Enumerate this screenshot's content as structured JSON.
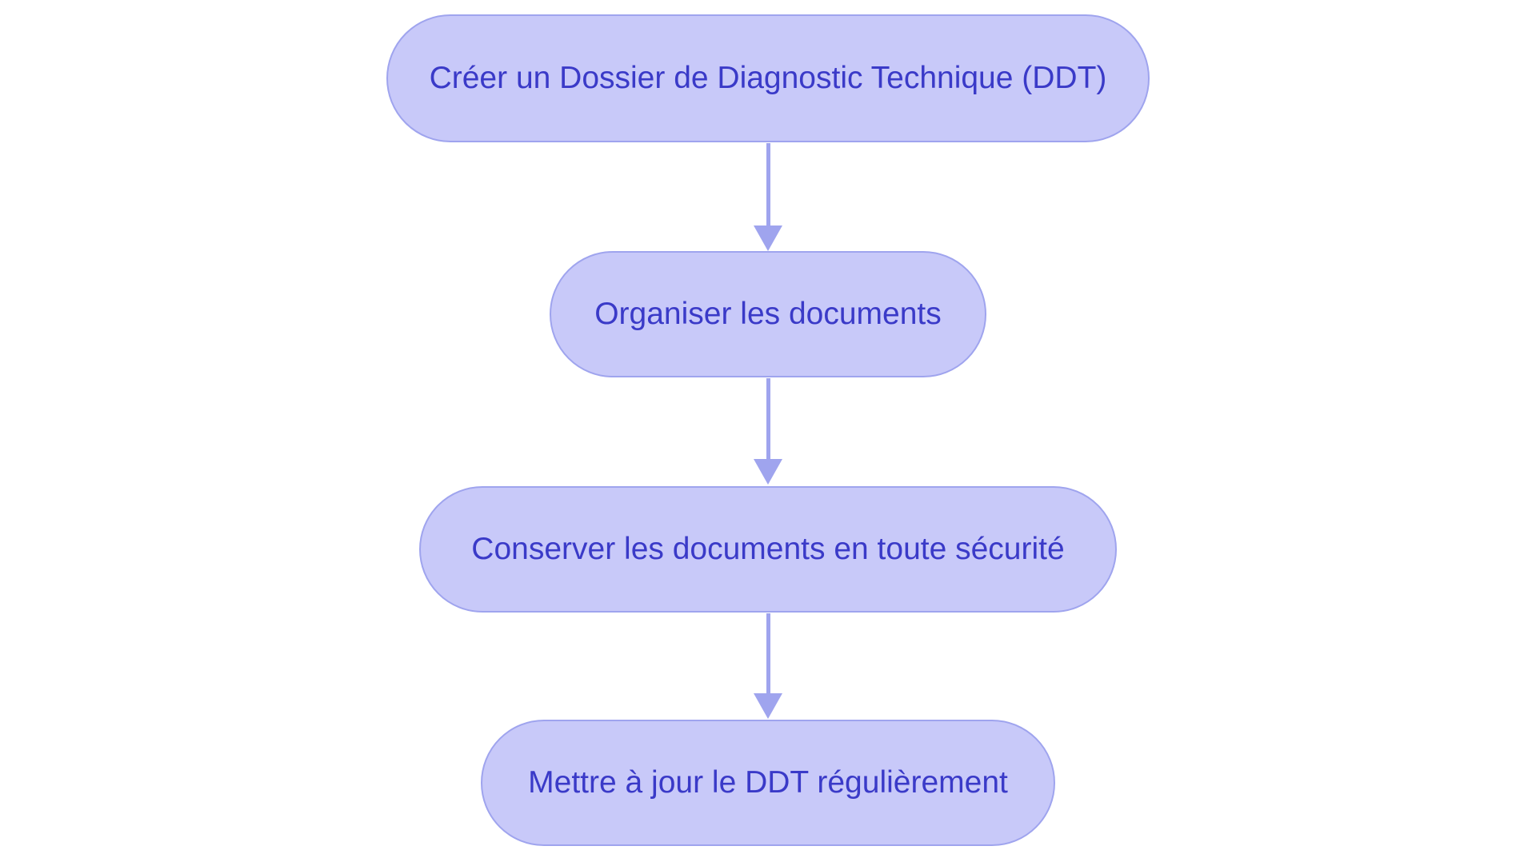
{
  "diagram": {
    "type": "flowchart",
    "direction": "top-down",
    "nodes": [
      {
        "id": "step-1",
        "label": "Créer un Dossier de Diagnostic Technique (DDT)"
      },
      {
        "id": "step-2",
        "label": "Organiser les documents"
      },
      {
        "id": "step-3",
        "label": "Conserver les documents en toute sécurité"
      },
      {
        "id": "step-4",
        "label": "Mettre à jour le DDT régulièrement"
      }
    ],
    "edges": [
      {
        "from": "step-1",
        "to": "step-2"
      },
      {
        "from": "step-2",
        "to": "step-3"
      },
      {
        "from": "step-3",
        "to": "step-4"
      }
    ],
    "colors": {
      "node_fill": "#C8C9F9",
      "node_border": "#9FA4EE",
      "node_text": "#3A3AC8",
      "arrow": "#9FA4EE",
      "background": "#FFFFFF"
    }
  }
}
